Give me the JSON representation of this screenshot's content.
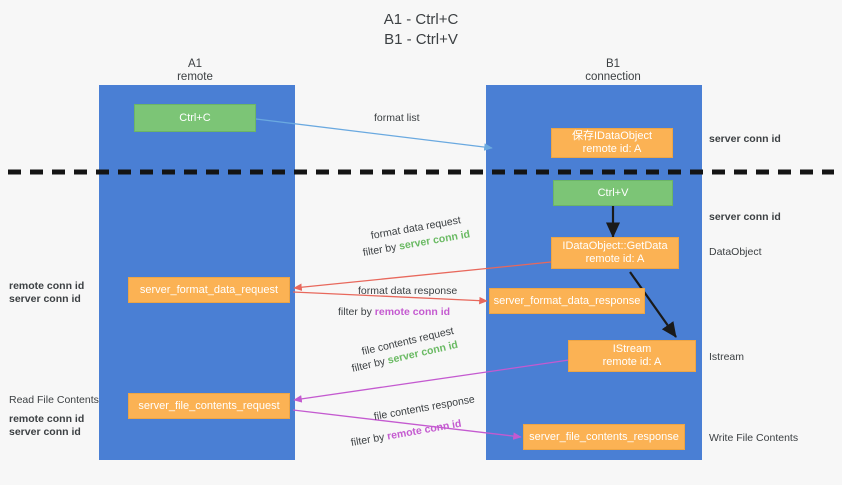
{
  "title": "A1 - Ctrl+C\nB1 - Ctrl+V",
  "columns": [
    {
      "name": "A1",
      "sub": "remote"
    },
    {
      "name": "B1",
      "sub": "connection"
    }
  ],
  "boxes": {
    "ctrl_c": {
      "line1": "Ctrl+C",
      "color": "#7cc576"
    },
    "save_idataobject": {
      "line1": "保存IDataObject",
      "line2": "remote id: A",
      "color": "#fbb254"
    },
    "ctrl_v": {
      "line1": "Ctrl+V",
      "color": "#7cc576"
    },
    "getdata": {
      "line1": "IDataObject::GetData",
      "line2": "remote id: A",
      "color": "#fbb254"
    },
    "server_format_data_request": {
      "line1": "server_format_data_request",
      "color": "#fbb254"
    },
    "server_format_data_response": {
      "line1": "server_format_data_response",
      "color": "#fbb254"
    },
    "istream": {
      "line1": "IStream",
      "line2": "remote id: A",
      "color": "#fbb254"
    },
    "server_file_contents_request": {
      "line1": "server_file_contents_request",
      "color": "#fbb254"
    },
    "server_file_contents_response": {
      "line1": "server_file_contents_response",
      "color": "#fbb254"
    }
  },
  "edge_labels": {
    "format_list": "format list",
    "format_data_request": "format data request",
    "format_data_request_filter_prefix": "filter by ",
    "format_data_request_filter_key": "server conn id",
    "format_data_response": "format data response",
    "format_data_response_filter_prefix": "filter by ",
    "format_data_response_filter_key": "remote conn id",
    "file_contents_request": "file contents request",
    "file_contents_request_filter_prefix": "filter by ",
    "file_contents_request_filter_key": "server conn id",
    "file_contents_response": "file contents response",
    "file_contents_response_filter_prefix": "filter by ",
    "file_contents_response_filter_key": "remote conn id"
  },
  "right_labels": {
    "server_conn_id_top": "server conn id",
    "server_conn_id_mid": "server conn id",
    "dataobject": "DataObject",
    "istream": "Istream",
    "write_file_contents": "Write File Contents"
  },
  "left_labels": {
    "remote_conn_id_1": "remote conn id",
    "server_conn_id_1": "server conn id",
    "read_file_contents": "Read File Contents",
    "remote_conn_id_2": "remote conn id",
    "server_conn_id_2": "server conn id"
  },
  "colors": {
    "lane": "#4a7fd4",
    "green_box": "#7cc576",
    "orange_box": "#fbb254",
    "green_text": "#6aba63",
    "magenta_text": "#c45ad0",
    "blue_arrow": "#6aa9e0",
    "red_arrow": "#e8685c",
    "magenta_arrow": "#c45ad0",
    "black_arrow": "#1a1a1a",
    "background": "#f7f7f7"
  }
}
